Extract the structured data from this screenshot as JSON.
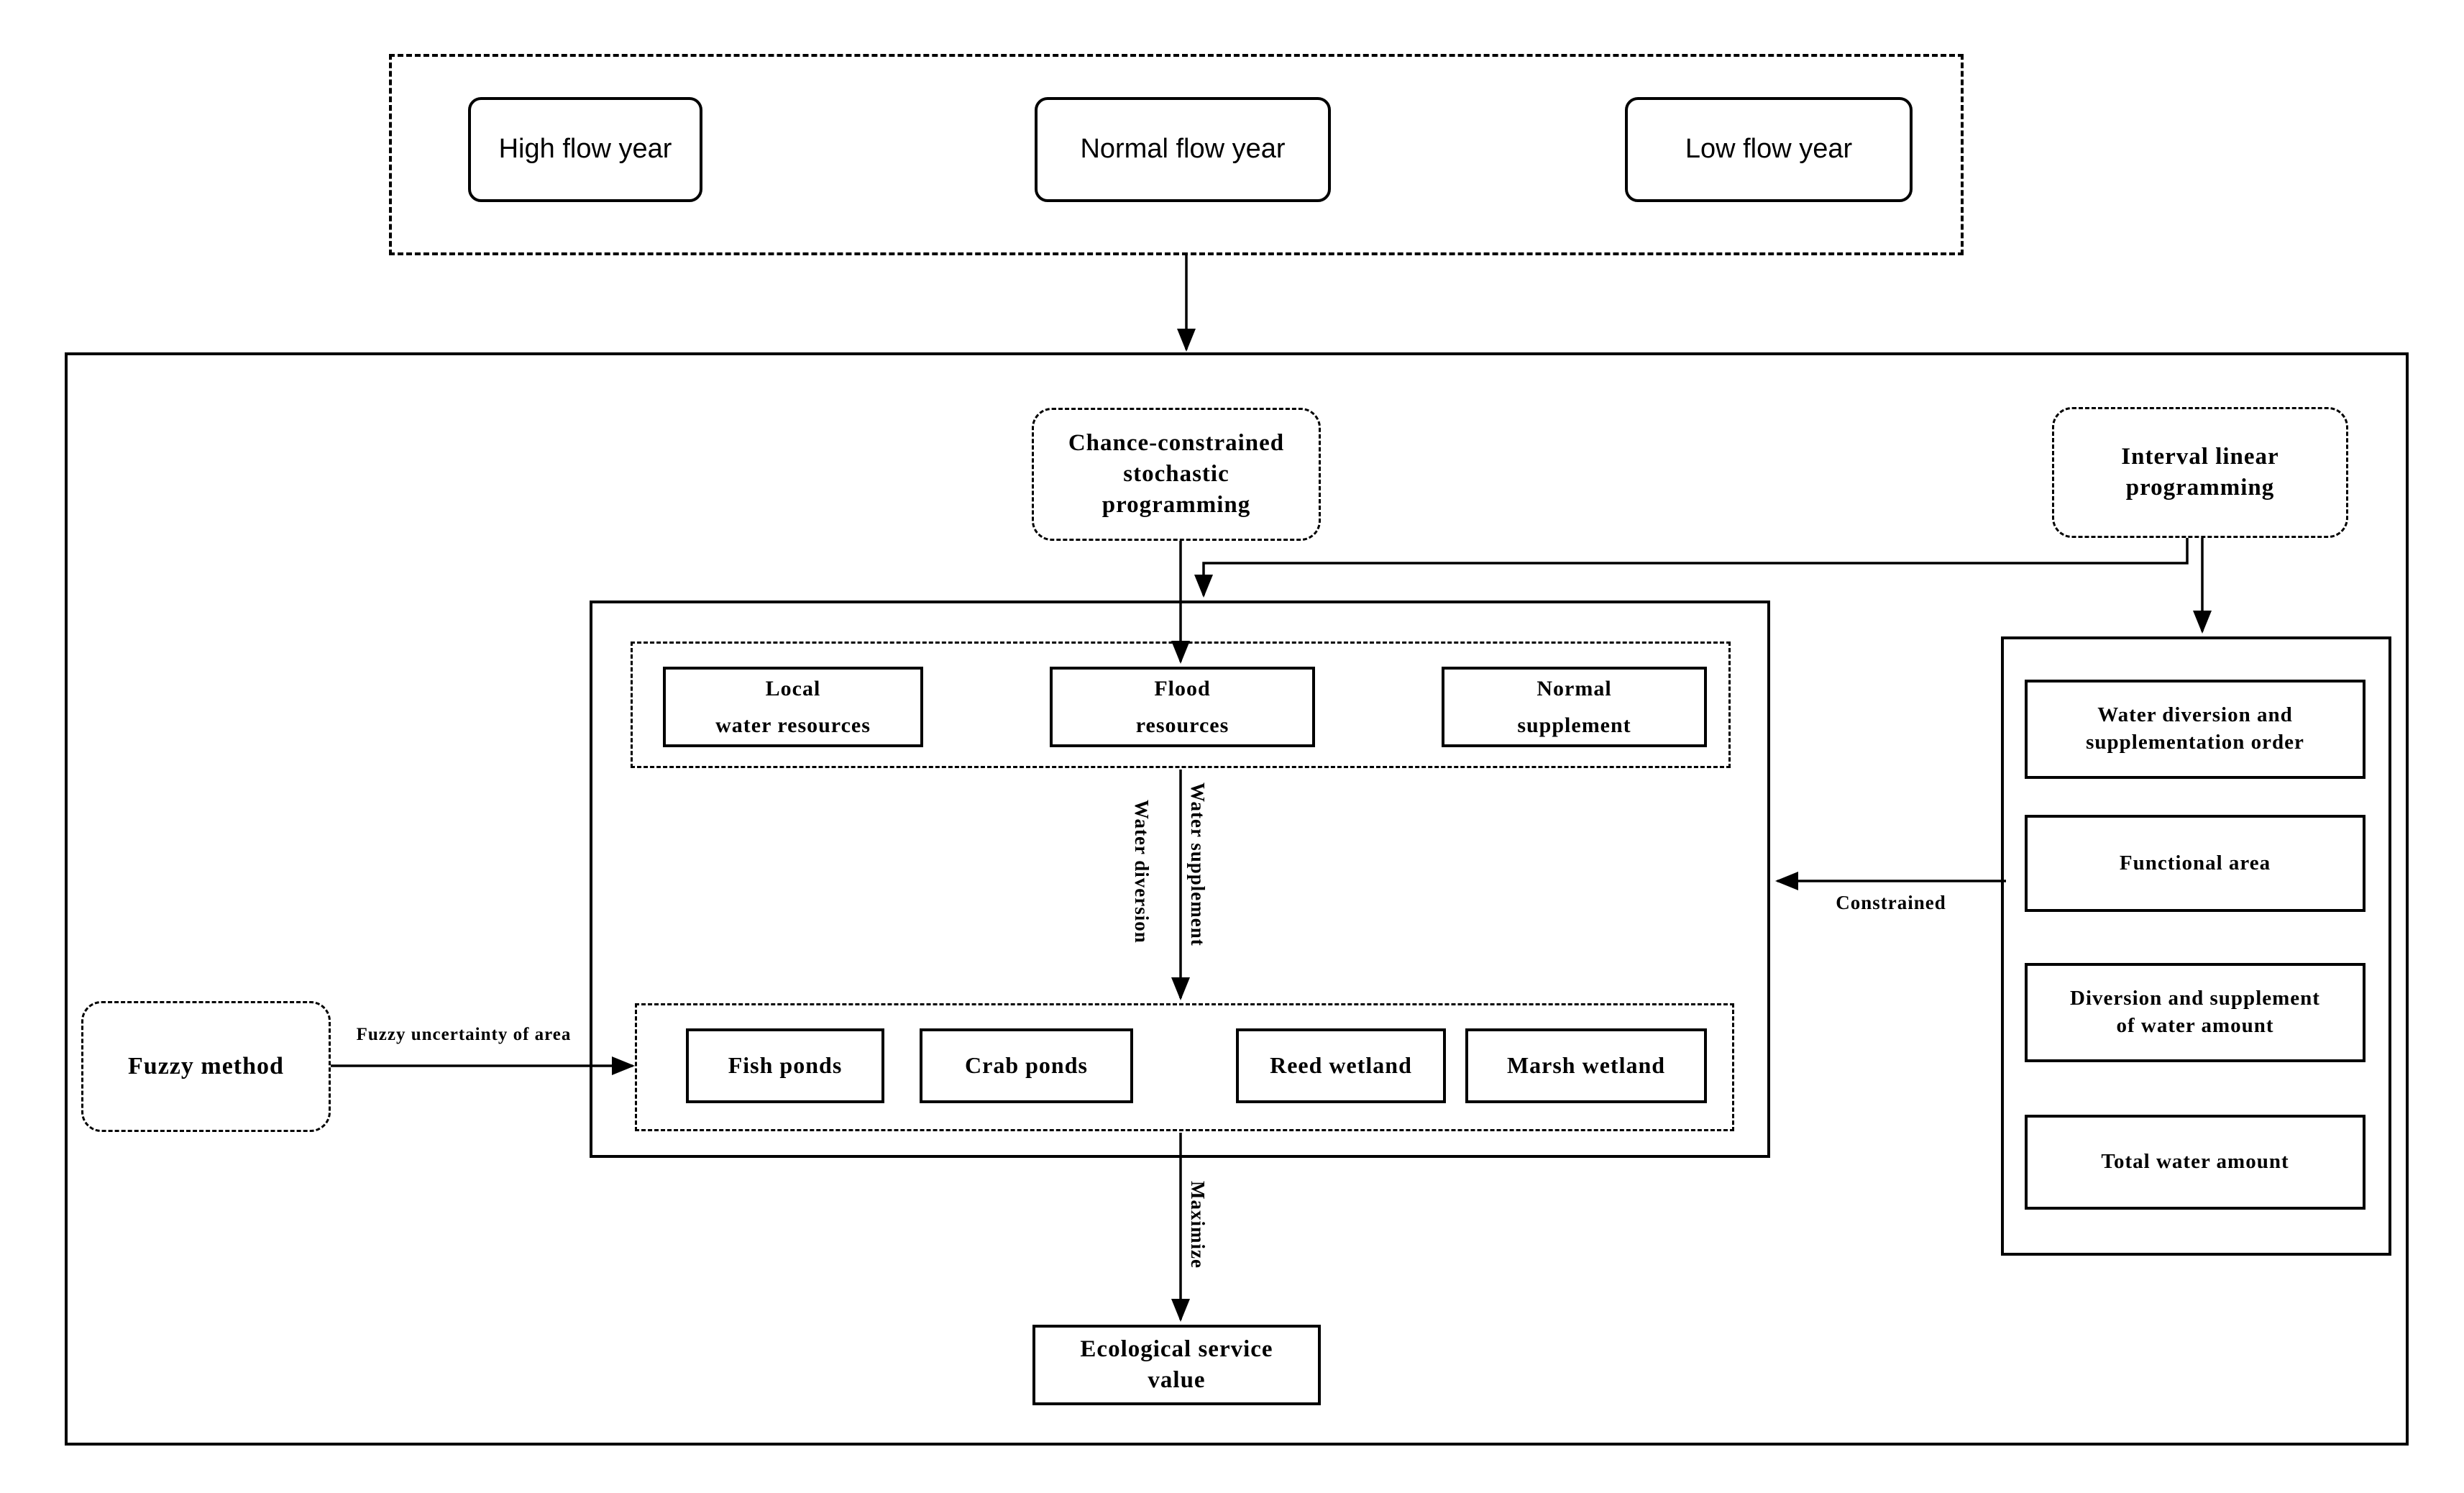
{
  "colors": {
    "ink": "#000000",
    "paper": "#ffffff"
  },
  "top_scenarios": {
    "items": [
      "High flow year",
      "Normal flow year",
      "Low flow year"
    ]
  },
  "models": {
    "chance": {
      "lines": [
        "Chance-constrained",
        "stochastic",
        "programming"
      ]
    },
    "interval": {
      "lines": [
        "Interval linear",
        "programming"
      ]
    },
    "fuzzy": {
      "label": "Fuzzy method"
    }
  },
  "sources": {
    "local": {
      "lines": [
        "Local",
        "water resources"
      ]
    },
    "flood": {
      "lines": [
        "Flood",
        "resources"
      ]
    },
    "normal": {
      "lines": [
        "Normal",
        "supplement"
      ]
    }
  },
  "wetlands": {
    "items": [
      "Fish ponds",
      "Crab ponds",
      "Reed wetland",
      "Marsh wetland"
    ]
  },
  "panel": {
    "boxes": [
      {
        "lines": [
          "Water diversion and",
          "supplementation order"
        ]
      },
      {
        "lines": [
          "Functional area"
        ]
      },
      {
        "lines": [
          "Diversion and supplement",
          "of water amount"
        ]
      },
      {
        "lines": [
          "Total water amount"
        ]
      }
    ]
  },
  "objective": {
    "lines": [
      "Ecological service",
      "value"
    ]
  },
  "edges": {
    "fuzzy_uncertainty": "Fuzzy uncertainty of area",
    "constrained": "Constrained",
    "water_diversion": "Water diversion",
    "water_supplement": "Water supplement",
    "maximize": "Maximize"
  }
}
